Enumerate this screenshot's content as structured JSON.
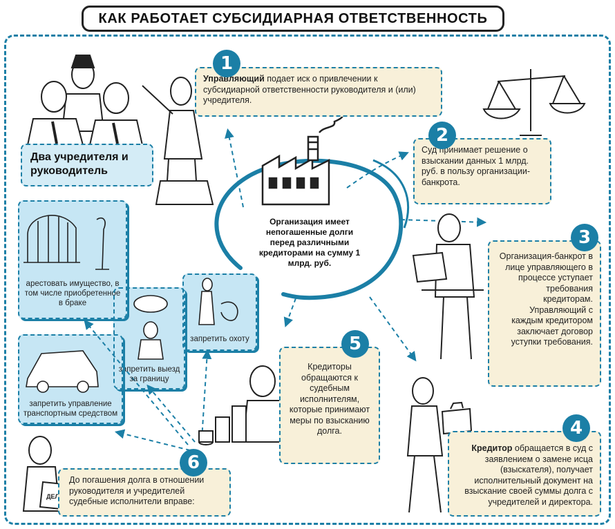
{
  "title": "КАК РАБОТАЕТ СУБСИДИАРНАЯ ОТВЕТСТВЕННОСТЬ",
  "center_text": "Организация имеет непогашенные долги перед различными кредиторами на сумму 1 млрд. руб.",
  "founders_label": "Два учредителя и руководитель",
  "steps": [
    {
      "number": "1",
      "bold": "Управляющий",
      "text": " подает иск о привлечении к субсидиарной ответственности руководителя и (или) учредителя."
    },
    {
      "number": "2",
      "bold": "",
      "text": "Суд принимает решение о взыскании данных 1 млрд. руб. в пользу организации-банкрота."
    },
    {
      "number": "3",
      "bold": "",
      "text": "Организация-банкрот в лице управляющего в процессе уступает требования кредиторам. Управляющий с каждым кредитором заключает договор уступки требования."
    },
    {
      "number": "4",
      "bold": "Кредитор",
      "text": " обращается в суд с заявлением о замене исца (взыскателя), получает исполнительный документ на взыскание своей суммы долга с учредителей и директора."
    },
    {
      "number": "5",
      "bold": "",
      "text": "Кредиторы обращаются к судебным исполнителям, которые принимают меры по взысканию долга."
    },
    {
      "number": "6",
      "bold": "",
      "text": "До погашения долга в отношении руководителя и учредителей судебные исполнители вправе:"
    }
  ],
  "measures": [
    {
      "label": "арестовать имущество, в том числе приобретенное в браке"
    },
    {
      "label": "запретить охоту"
    },
    {
      "label": "запретить выезд за границу"
    },
    {
      "label": "запретить управление транспортным средством"
    }
  ],
  "folder_label": "ДЕЛО",
  "colors": {
    "accent": "#1b7fa6",
    "note_bg": "#f8f0d9",
    "light_blue": "#c6e6f4",
    "ink": "#222222"
  }
}
